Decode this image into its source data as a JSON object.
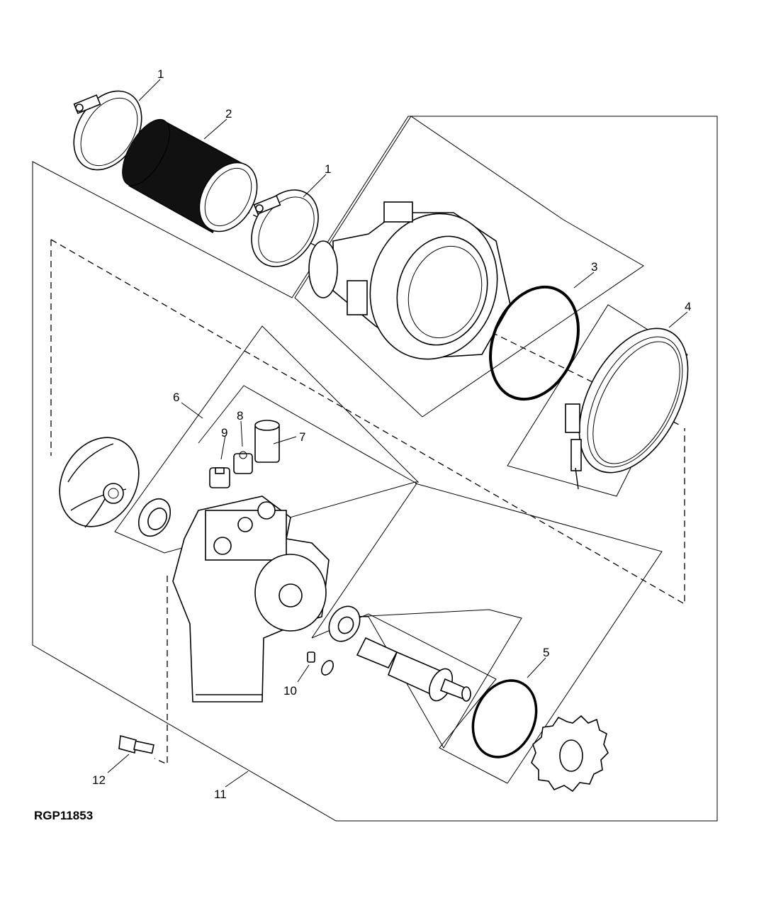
{
  "figure_id": "RGP11853",
  "callouts": {
    "c1a": "1",
    "c1b": "1",
    "c2": "2",
    "c3": "3",
    "c4": "4",
    "c5": "5",
    "c6": "6",
    "c7": "7",
    "c8": "8",
    "c9": "9",
    "c10": "10",
    "c11": "11",
    "c12": "12"
  }
}
